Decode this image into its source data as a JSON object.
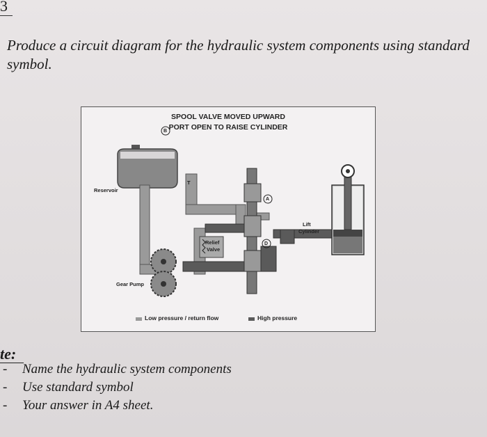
{
  "page_number": "3",
  "question": "Produce a circuit diagram for the hydraulic system components using standard symbol.",
  "figure": {
    "title_line1": "SPOOL VALVE MOVED UPWARD",
    "title_line2": "PORT OPEN TO RAISE CYLINDER",
    "port_b_marker": "B",
    "port_a_marker": "A",
    "port_d_marker": "D",
    "label_reservoir": "Reservoir",
    "label_lift_line1": "Lift",
    "label_lift_line2": "Cylinder",
    "label_relief_line1": "Relief",
    "label_relief_line2": "Valve",
    "label_gear_pump": "Gear Pump",
    "label_t": "T",
    "legend_low": "Low pressure / return flow",
    "legend_high": "High pressure",
    "colors": {
      "low_pressure": "#9a9a9a",
      "high_pressure": "#555555"
    }
  },
  "note": {
    "title": "te:",
    "items": [
      "Name the hydraulic system components",
      "Use standard symbol",
      "Your answer in A4 sheet."
    ]
  }
}
